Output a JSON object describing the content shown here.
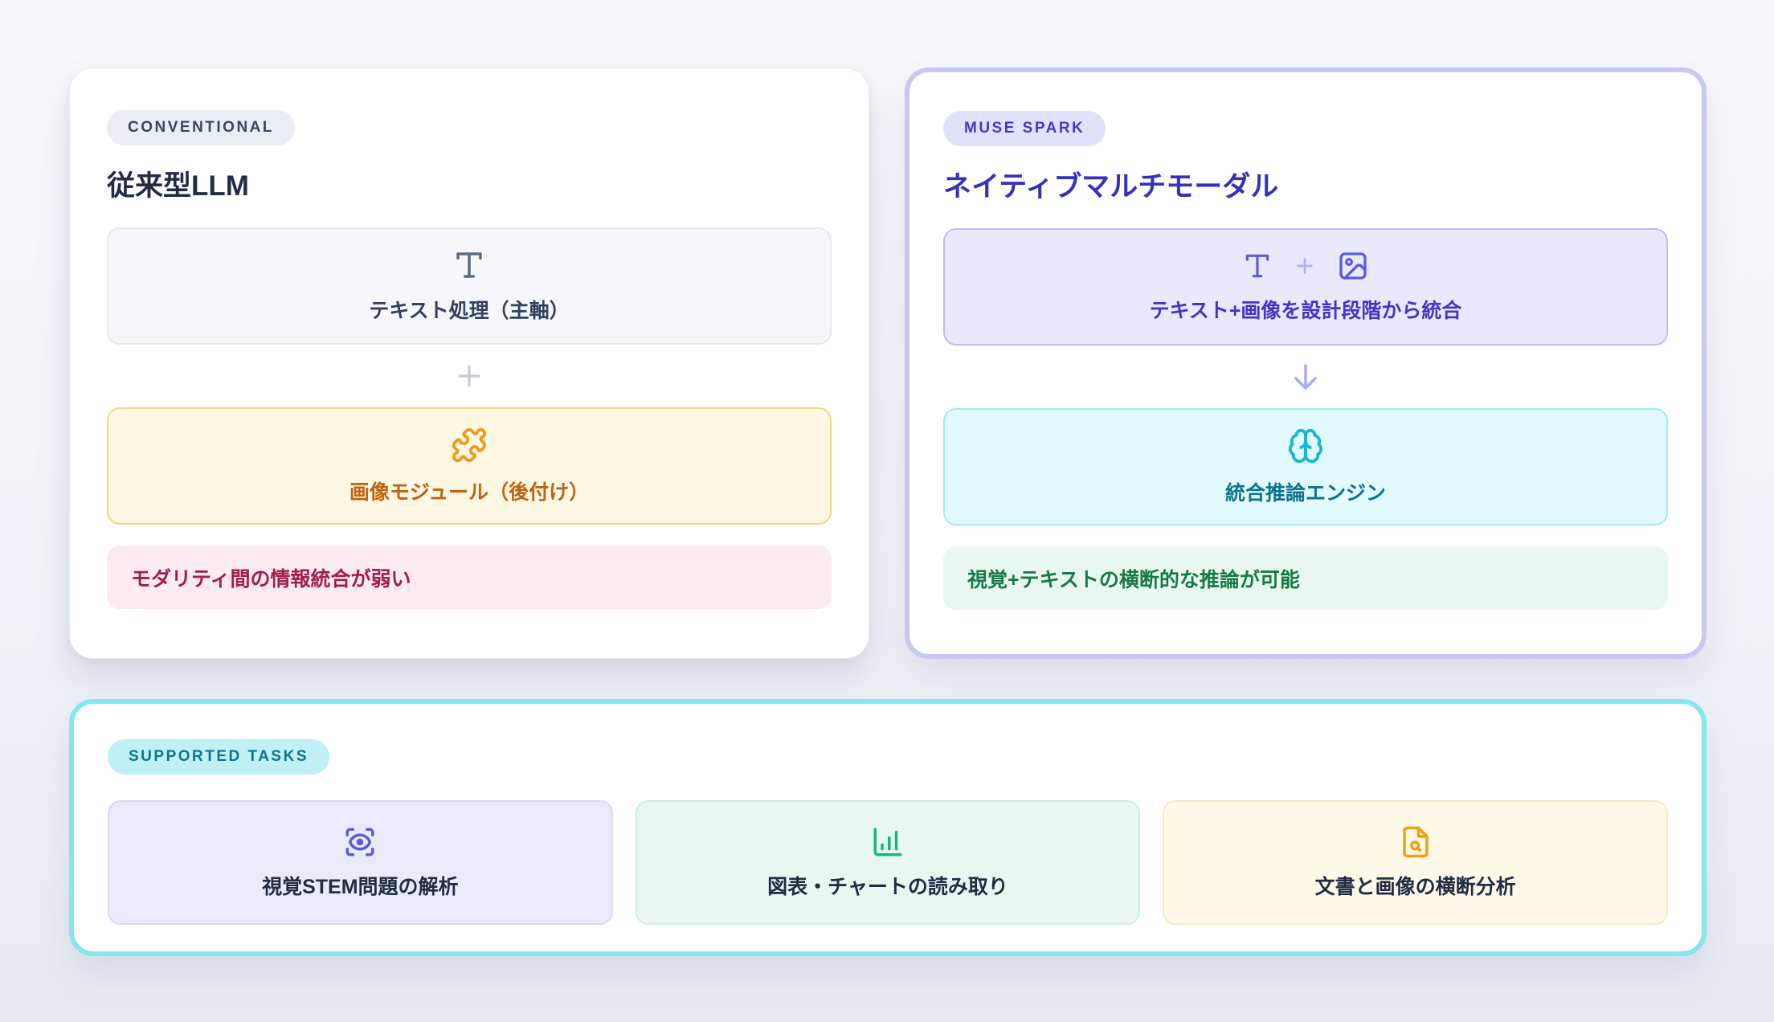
{
  "left_card": {
    "badge": "CONVENTIONAL",
    "title": "従来型LLM",
    "text_box": {
      "icon": "type-icon",
      "label": "テキスト処理（主軸）"
    },
    "connector_icon": "plus-icon",
    "image_box": {
      "icon": "puzzle-icon",
      "label": "画像モジュール（後付け）"
    },
    "weakness_box": {
      "label": "モダリティ間の情報統合が弱い"
    }
  },
  "right_card": {
    "badge": "MUSE SPARK",
    "title": "ネイティブマルチモーダル",
    "fusion_box": {
      "icons": [
        "type-icon",
        "plus-icon",
        "image-icon"
      ],
      "label": "テキスト+画像を設計段階から統合"
    },
    "connector_icon": "arrow-down-icon",
    "engine_box": {
      "icon": "brain-icon",
      "label": "統合推論エンジン"
    },
    "benefit_box": {
      "label": "視覚+テキストの横断的な推論が可能"
    }
  },
  "tasks_card": {
    "badge": "SUPPORTED TASKS",
    "items": [
      {
        "icon": "scan-eye-icon",
        "label": "視覚STEM問題の解析"
      },
      {
        "icon": "bar-chart-icon",
        "label": "図表・チャートの読み取り"
      },
      {
        "icon": "file-search-icon",
        "label": "文書と画像の横断分析"
      }
    ]
  },
  "colors": {
    "accent_indigo": "#4538c9",
    "accent_cyan": "#16b8d2",
    "accent_teal": "#0e7490",
    "accent_orange": "#f29b1b",
    "accent_green": "#10b981",
    "warning_text": "#a31e4d",
    "benefit_text": "#187a46",
    "right_card_border": "#c6c9f3",
    "bottom_card_border": "#84e7ee"
  }
}
